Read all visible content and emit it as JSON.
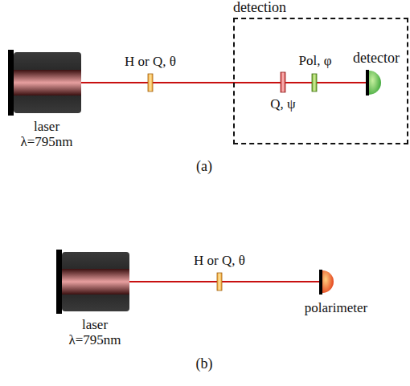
{
  "diagram": {
    "nodes": [
      {
        "text": [
          "detection"
        ]
      }
    ],
    "labels": [
      "H or Q, θ",
      "laser",
      "λ=795nm",
      "Q, ψ",
      "Pol, φ",
      "detector",
      "(a)",
      "H or Q, θ",
      "laser",
      "λ=795nm",
      "polarimeter",
      "(b)"
    ]
  }
}
